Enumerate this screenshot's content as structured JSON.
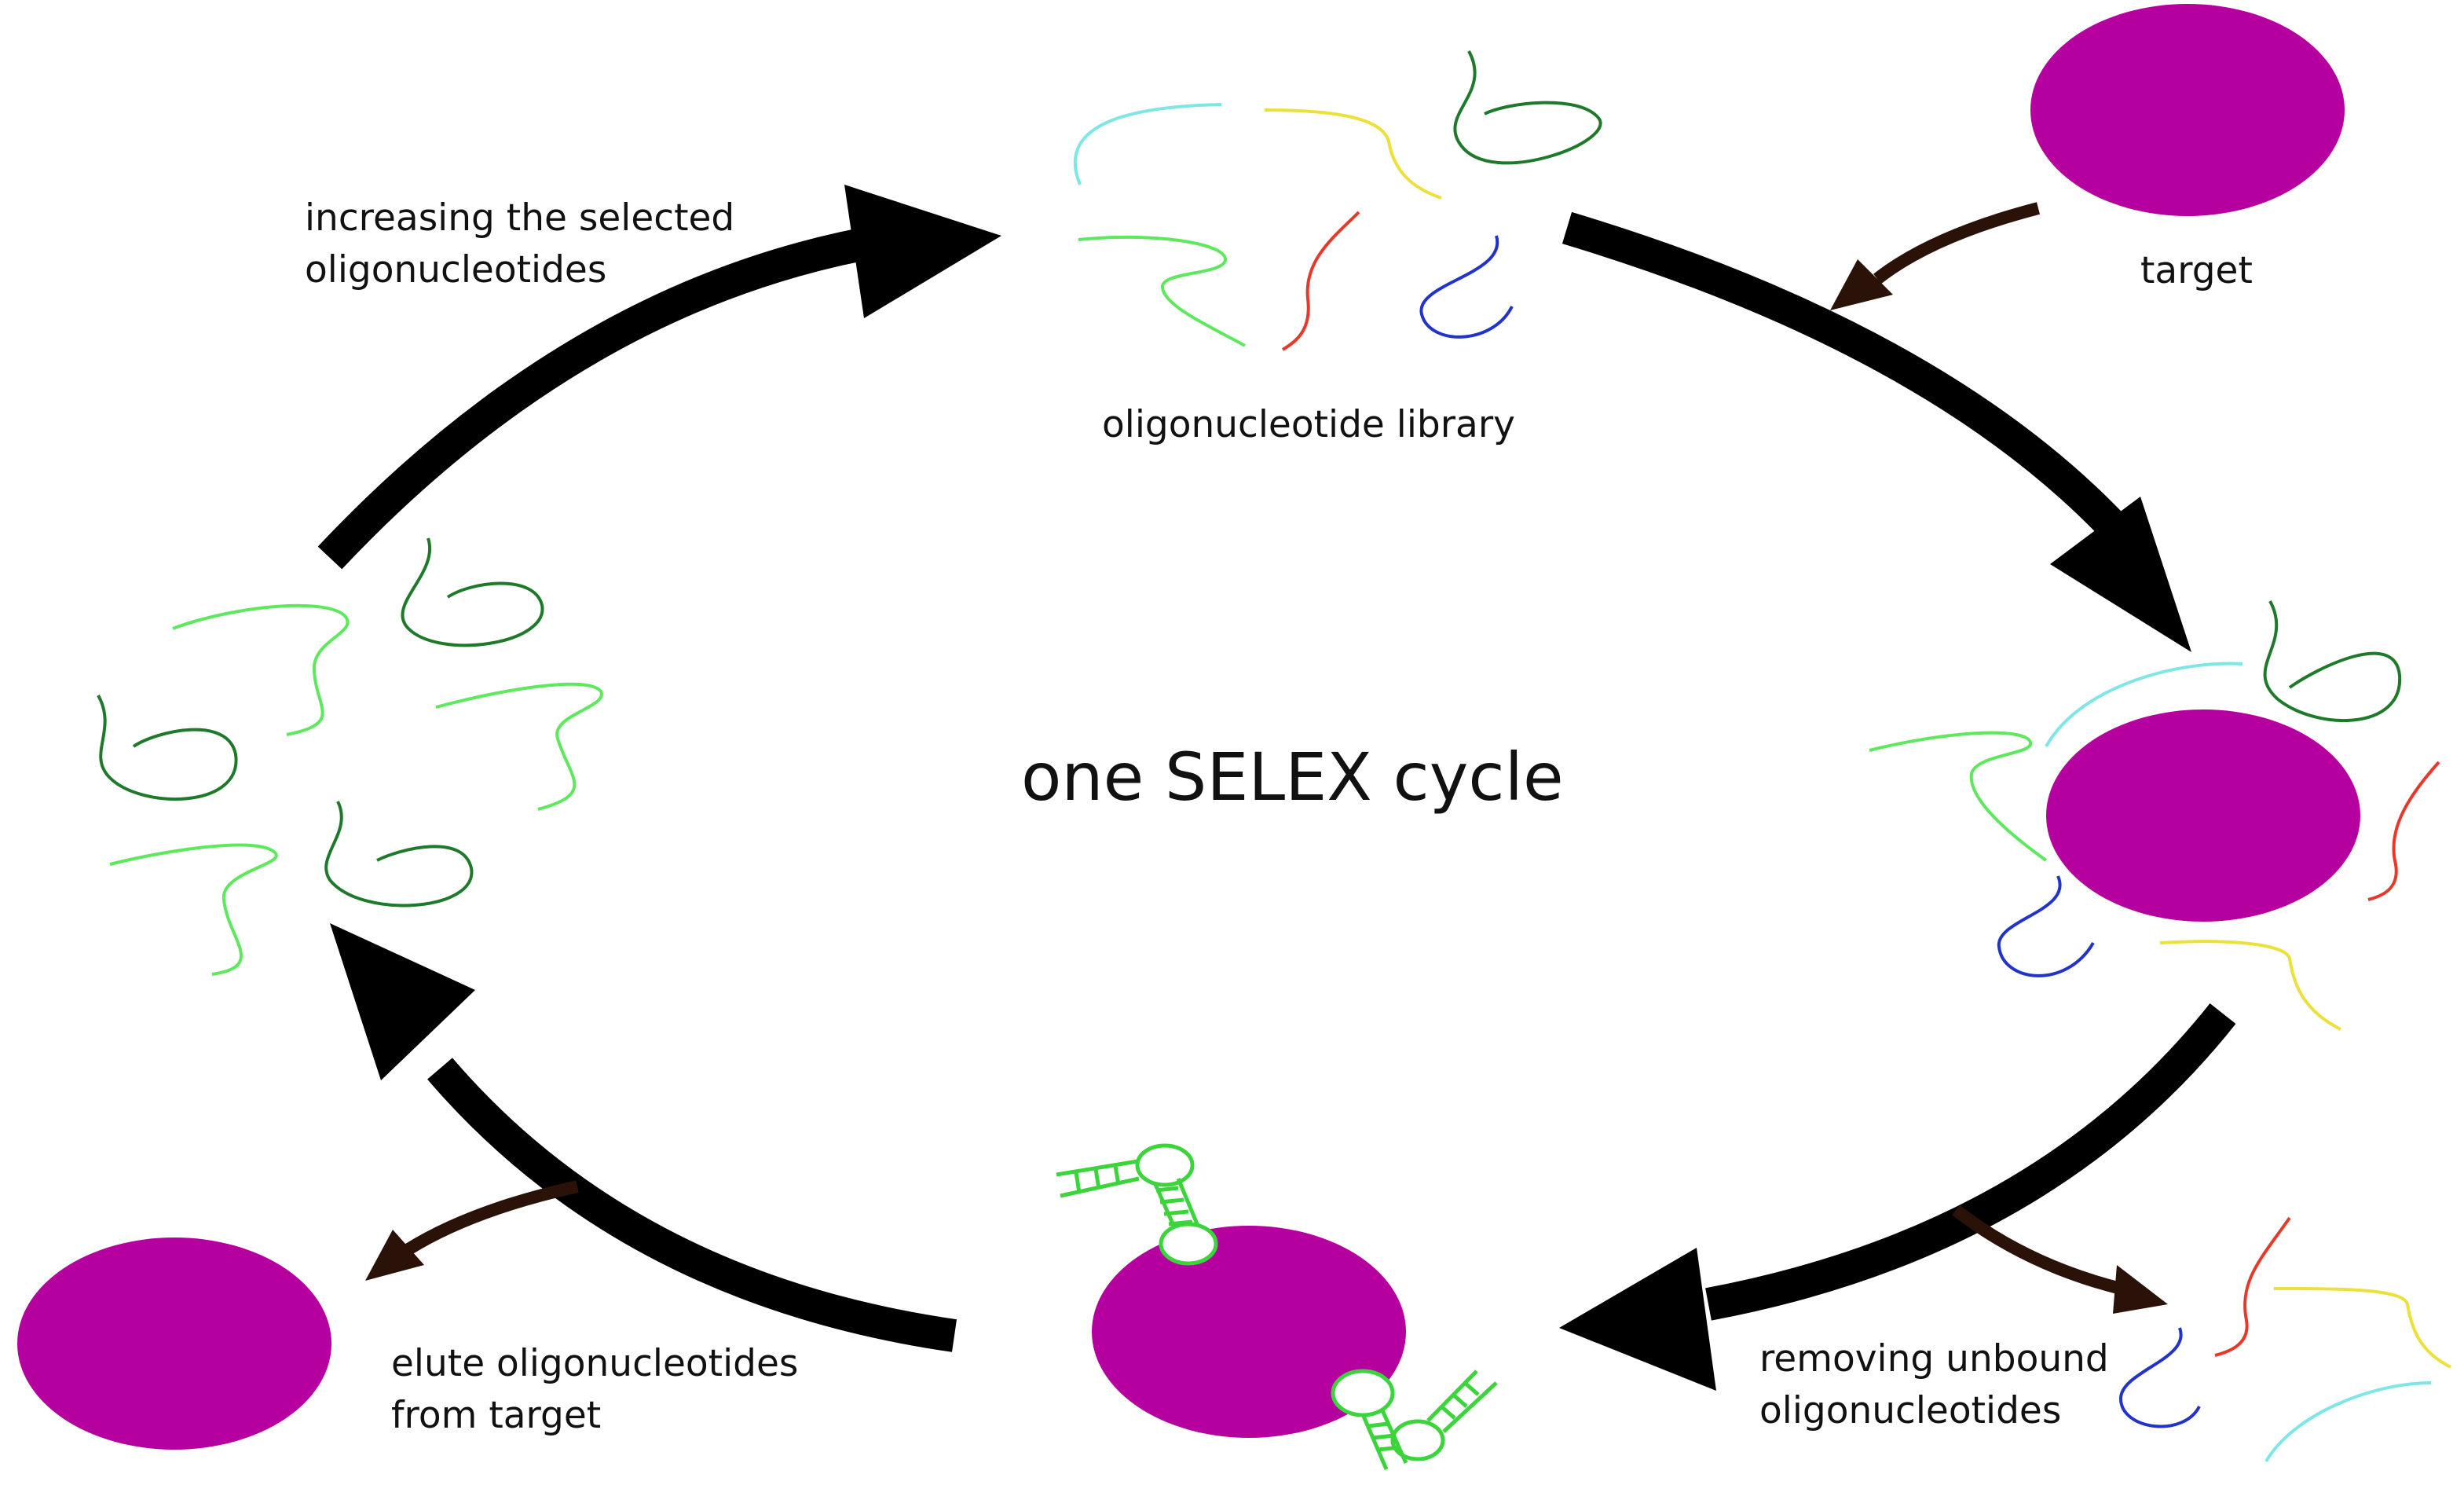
{
  "diagram": {
    "title": "one SELEX cycle",
    "labels": {
      "increasing_line1": "increasing the selected",
      "increasing_line2": "oligonucleotides",
      "library": "oligonucleotide library",
      "target": "target",
      "removing_line1": "removing unbound",
      "removing_line2": "oligonucleotides",
      "elute_line1": "elute oligonucleotides",
      "elute_line2": "from target"
    },
    "colors": {
      "target": "#b5009f",
      "main_arrow": "#000000",
      "side_arrow": "#2a1208",
      "strand_cyan": "#7fe6e6",
      "strand_yellow": "#ece03a",
      "strand_dark_green": "#1e7a2a",
      "strand_light_green": "#5ee85e",
      "strand_red": "#e8382a",
      "strand_blue": "#2233cc"
    },
    "icons": [
      "target-ellipse",
      "oligonucleotide-strand",
      "aptamer-hairpin",
      "cycle-arrow"
    ]
  }
}
